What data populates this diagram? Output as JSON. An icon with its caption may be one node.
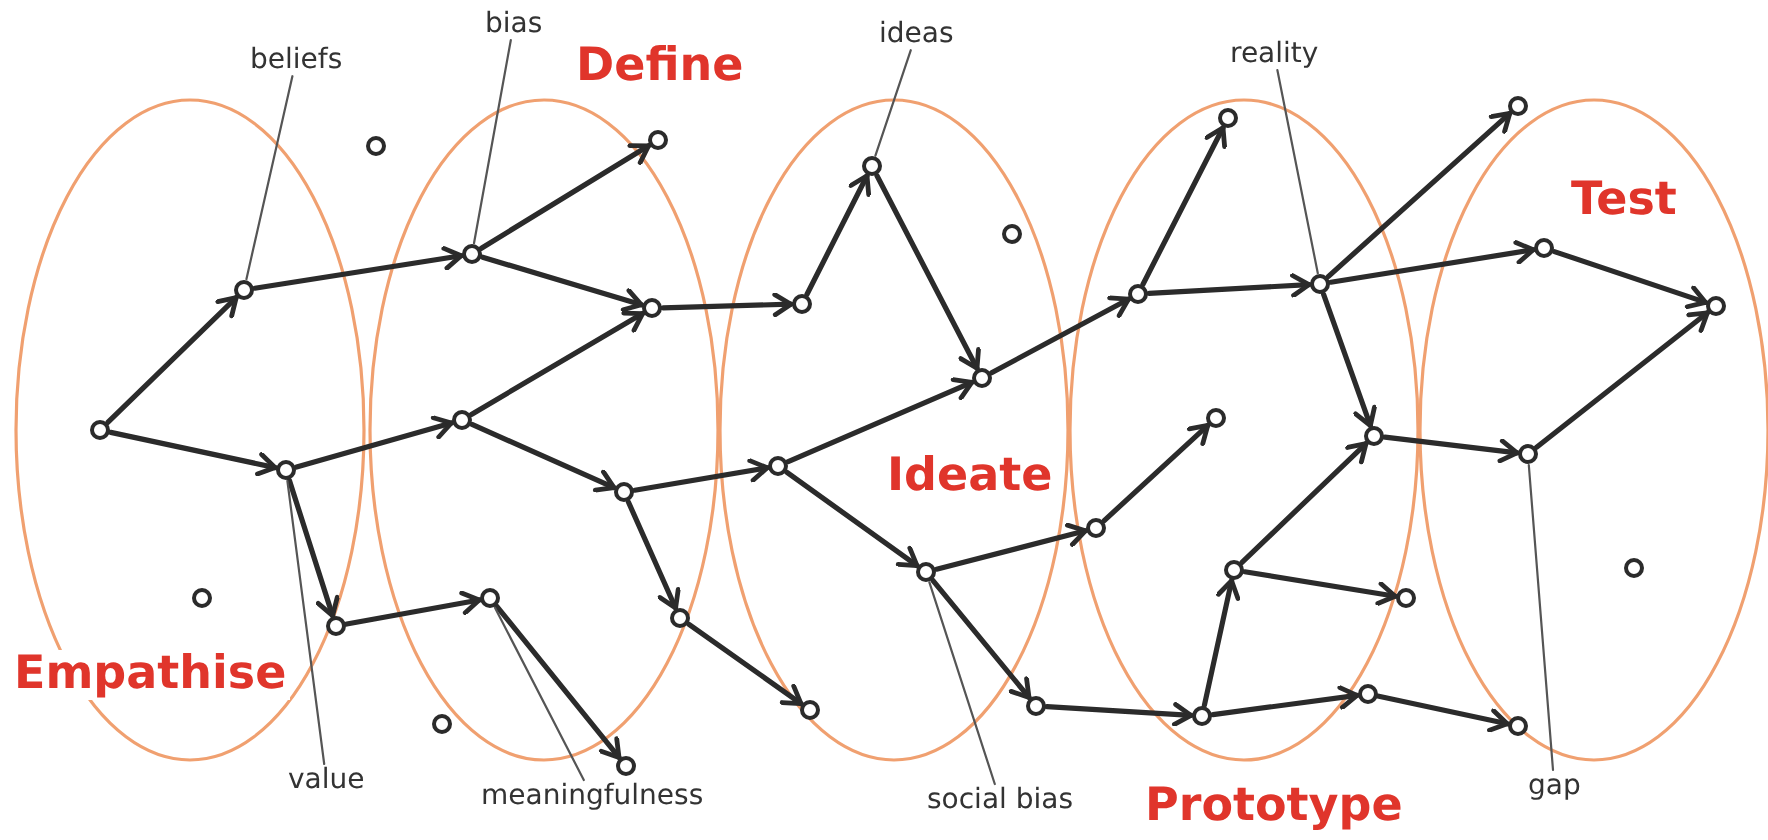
{
  "diagram": {
    "nodes": [
      {
        "text": [
          "Empathise"
        ]
      },
      {
        "text": [
          "Define"
        ]
      },
      {
        "text": [
          "Ideate"
        ]
      },
      {
        "text": [
          "Prototype"
        ]
      },
      {
        "text": [
          "Test"
        ]
      },
      {
        "text": [
          "beliefs"
        ]
      },
      {
        "text": [
          "bias"
        ]
      },
      {
        "text": [
          "ideas"
        ]
      },
      {
        "text": [
          "reality"
        ]
      },
      {
        "text": [
          "value"
        ]
      },
      {
        "text": [
          "meaningfulness"
        ]
      },
      {
        "text": [
          "social bias"
        ]
      },
      {
        "text": [
          "gap"
        ]
      },
      {
        "text": [],
        "shape": "circle",
        "in": 0
      },
      {
        "text": [],
        "shape": "circle",
        "in": 0
      },
      {
        "text": [],
        "shape": "circle",
        "in": 0
      },
      {
        "text": [],
        "shape": "circle",
        "in": 0
      },
      {
        "text": [],
        "shape": "circle"
      },
      {
        "text": [],
        "shape": "circle"
      },
      {
        "text": [],
        "shape": "circle",
        "in": 1
      },
      {
        "text": [],
        "shape": "circle",
        "in": 1
      },
      {
        "text": [],
        "shape": "circle",
        "in": 1
      },
      {
        "text": [],
        "shape": "circle",
        "in": 1
      },
      {
        "text": [],
        "shape": "circle",
        "in": 1
      },
      {
        "text": [],
        "shape": "circle"
      },
      {
        "text": [],
        "shape": "circle",
        "in": 1
      },
      {
        "text": [],
        "shape": "circle"
      },
      {
        "text": [],
        "shape": "circle",
        "in": 1
      },
      {
        "text": [],
        "shape": "circle",
        "in": 2
      },
      {
        "text": [],
        "shape": "circle",
        "in": 2
      },
      {
        "text": [],
        "shape": "circle",
        "in": 2
      },
      {
        "text": [],
        "shape": "circle",
        "in": 2
      },
      {
        "text": [],
        "shape": "circle",
        "in": 2
      },
      {
        "text": [],
        "shape": "circle",
        "in": 2
      },
      {
        "text": [],
        "shape": "circle",
        "in": 2
      },
      {
        "text": [],
        "shape": "circle"
      },
      {
        "text": [],
        "shape": "circle",
        "in": 3
      },
      {
        "text": [],
        "shape": "circle",
        "in": 3
      },
      {
        "text": [],
        "shape": "circle",
        "in": 3
      },
      {
        "text": [],
        "shape": "circle",
        "in": 3
      },
      {
        "text": [],
        "shape": "circle",
        "in": 3
      },
      {
        "text": [],
        "shape": "circle",
        "in": 3
      },
      {
        "text": [],
        "shape": "circle",
        "in": 3
      },
      {
        "text": [],
        "shape": "circle"
      },
      {
        "text": [],
        "shape": "circle",
        "in": 3
      },
      {
        "text": [],
        "shape": "circle"
      },
      {
        "text": [],
        "shape": "circle"
      },
      {
        "text": [],
        "shape": "circle",
        "in": 4
      },
      {
        "text": [],
        "shape": "circle",
        "in": 4
      },
      {
        "text": [],
        "shape": "circle",
        "in": 4
      },
      {
        "text": [],
        "shape": "circle",
        "in": 4
      },
      {
        "text": [],
        "shape": "circle",
        "in": 4
      }
    ],
    "edges": [
      {
        "from": 13,
        "to": 15,
        "arrow": "to"
      },
      {
        "from": 13,
        "to": 16,
        "arrow": "to"
      },
      {
        "from": 15,
        "to": 21,
        "arrow": "to"
      },
      {
        "from": 16,
        "to": 20,
        "arrow": "to"
      },
      {
        "from": 16,
        "to": 17,
        "arrow": "to"
      },
      {
        "from": 17,
        "to": 22,
        "arrow": "to"
      },
      {
        "from": 21,
        "to": 26,
        "arrow": "to"
      },
      {
        "from": 21,
        "to": 25,
        "arrow": "to"
      },
      {
        "from": 20,
        "to": 25,
        "arrow": "to"
      },
      {
        "from": 20,
        "to": 23,
        "arrow": "to"
      },
      {
        "from": 23,
        "to": 28,
        "arrow": "to"
      },
      {
        "from": 23,
        "to": 27,
        "arrow": "to"
      },
      {
        "from": 22,
        "to": 24,
        "arrow": "to"
      },
      {
        "from": 27,
        "to": 30,
        "arrow": "to"
      },
      {
        "from": 25,
        "to": 29,
        "arrow": "to"
      },
      {
        "from": 29,
        "to": 31,
        "arrow": "to"
      },
      {
        "from": 31,
        "to": 33,
        "arrow": "to"
      },
      {
        "from": 28,
        "to": 33,
        "arrow": "to"
      },
      {
        "from": 28,
        "to": 32,
        "arrow": "to"
      },
      {
        "from": 33,
        "to": 37,
        "arrow": "to"
      },
      {
        "from": 32,
        "to": 36,
        "arrow": "to"
      },
      {
        "from": 32,
        "to": 35,
        "arrow": "to"
      },
      {
        "from": 37,
        "to": 40,
        "arrow": "to"
      },
      {
        "from": 37,
        "to": 42,
        "arrow": "to"
      },
      {
        "from": 36,
        "to": 39,
        "arrow": "to"
      },
      {
        "from": 35,
        "to": 38,
        "arrow": "to"
      },
      {
        "from": 38,
        "to": 41,
        "arrow": "to"
      },
      {
        "from": 38,
        "to": 43,
        "arrow": "to"
      },
      {
        "from": 41,
        "to": 44,
        "arrow": "to"
      },
      {
        "from": 41,
        "to": 45,
        "arrow": "to"
      },
      {
        "from": 42,
        "to": 46,
        "arrow": "to"
      },
      {
        "from": 42,
        "to": 49,
        "arrow": "to"
      },
      {
        "from": 42,
        "to": 44,
        "arrow": "to"
      },
      {
        "from": 44,
        "to": 48,
        "arrow": "to"
      },
      {
        "from": 49,
        "to": 51,
        "arrow": "to"
      },
      {
        "from": 48,
        "to": 51,
        "arrow": "to"
      },
      {
        "from": 43,
        "to": 47,
        "arrow": "to"
      },
      {
        "from": 5,
        "to": 15,
        "arrow": "none",
        "color": "#555555"
      },
      {
        "from": 6,
        "to": 21,
        "arrow": "none",
        "color": "#555555"
      },
      {
        "from": 7,
        "to": 31,
        "arrow": "none",
        "color": "#555555"
      },
      {
        "from": 8,
        "to": 42,
        "arrow": "none",
        "color": "#555555"
      },
      {
        "from": 9,
        "to": 16,
        "arrow": "none",
        "color": "#555555"
      },
      {
        "from": 10,
        "to": 22,
        "arrow": "none",
        "color": "#555555"
      },
      {
        "from": 11,
        "to": 32,
        "arrow": "none",
        "color": "#555555"
      },
      {
        "from": 12,
        "to": 48,
        "arrow": "none",
        "color": "#555555"
      }
    ]
  }
}
